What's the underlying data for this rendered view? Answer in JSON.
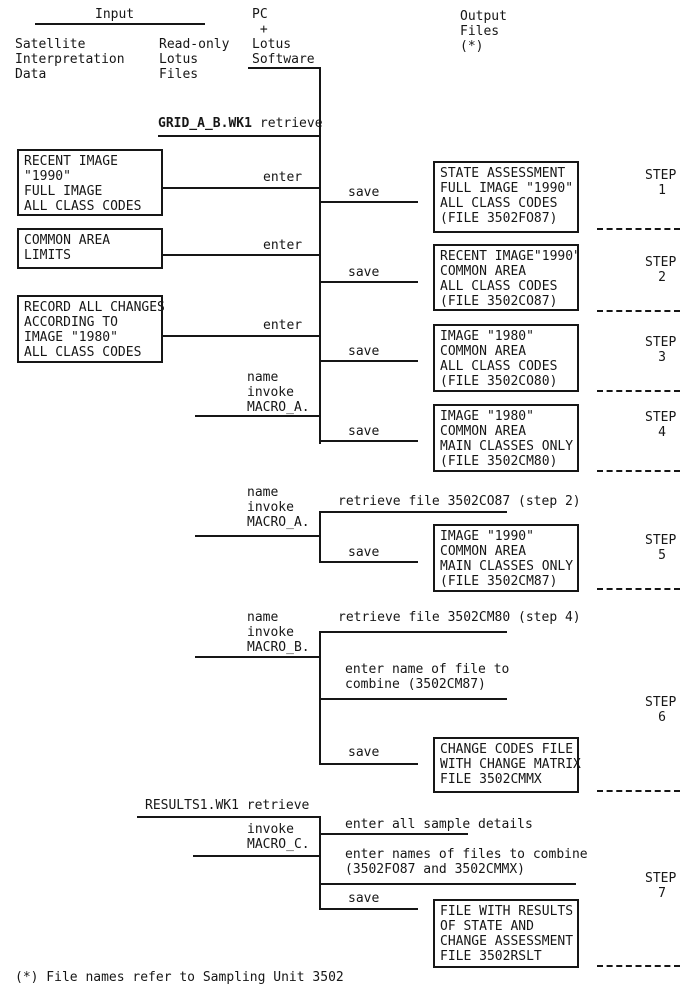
{
  "headers": {
    "input_title": "Input",
    "satellite": "Satellite\nInterpretation\nData",
    "readonly": "Read-only\nLotus\nFiles",
    "pc": "PC\n +\nLotus\nSoftware",
    "output": "Output\nFiles\n(*)"
  },
  "grid_action": {
    "file": "GRID_A_B.WK1",
    "action": "retrieve"
  },
  "labels": {
    "enter": "enter",
    "save": "save"
  },
  "input_boxes": [
    {
      "text": "RECENT IMAGE\n\"1990\"\nFULL IMAGE\nALL CLASS CODES"
    },
    {
      "text": "COMMON AREA\nLIMITS"
    },
    {
      "text": "RECORD ALL CHANGES\nACCORDING TO\nIMAGE \"1980\"\nALL CLASS CODES"
    }
  ],
  "macros": [
    {
      "text": "name\ninvoke\nMACRO_A."
    },
    {
      "text": "name\ninvoke\nMACRO_A."
    },
    {
      "text": "name\ninvoke\nMACRO_B."
    },
    {
      "text": "invoke\nMACRO_C."
    }
  ],
  "actions": {
    "results_retrieve": "RESULTS1.WK1 retrieve",
    "retrieve_step2": "retrieve file 3502CO87 (step 2)",
    "retrieve_step4": "retrieve file 3502CM80 (step 4)",
    "enter_combine_cm87": "enter name of file to\ncombine (3502CM87)",
    "enter_samples": "enter all sample details",
    "enter_combine_fo87": "enter names of files to combine\n(3502FO87 and 3502CMMX)"
  },
  "output_boxes": [
    {
      "text": "STATE ASSESSMENT\nFULL IMAGE \"1990\"\nALL CLASS CODES\n(FILE 3502FO87)",
      "step_label": "STEP",
      "step_number": "1"
    },
    {
      "text": "RECENT IMAGE\"1990\"\nCOMMON AREA\nALL CLASS CODES\n(FILE 3502CO87)",
      "step_label": "STEP",
      "step_number": "2"
    },
    {
      "text": "IMAGE \"1980\"\nCOMMON AREA\nALL CLASS CODES\n(FILE 3502CO80)",
      "step_label": "STEP",
      "step_number": "3"
    },
    {
      "text": "IMAGE \"1980\"\nCOMMON AREA\nMAIN CLASSES ONLY\n(FILE 3502CM80)",
      "step_label": "STEP",
      "step_number": "4"
    },
    {
      "text": "IMAGE \"1990\"\nCOMMON AREA\nMAIN CLASSES ONLY\n(FILE 3502CM87)",
      "step_label": "STEP",
      "step_number": "5"
    },
    {
      "text": "CHANGE CODES FILE\nWITH CHANGE MATRIX\nFILE 3502CMMX",
      "step_label": "STEP",
      "step_number": "6"
    },
    {
      "text": "FILE WITH RESULTS\nOF STATE AND\nCHANGE ASSESSMENT\nFILE 3502RSLT",
      "step_label": "STEP",
      "step_number": "7"
    }
  ],
  "footnote": "(*) File names refer to Sampling Unit 3502",
  "colors": {
    "ink": "#161616",
    "paper": "#ffffff"
  }
}
